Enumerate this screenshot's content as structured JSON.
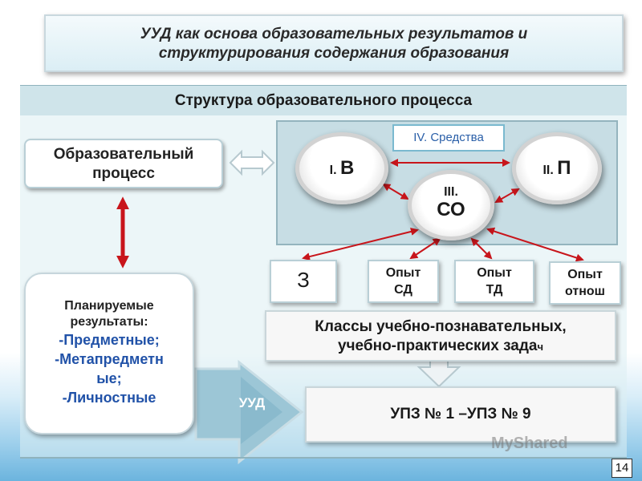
{
  "slide": {
    "title_line1": "УУД как основа образовательных результатов и",
    "title_line2": "структурирования содержания образования",
    "section_header": "Структура образовательного процесса",
    "page_number": "14",
    "watermark": "MyShared"
  },
  "process": {
    "line1": "Образовательный",
    "line2": "процесс"
  },
  "circles": {
    "b": {
      "num": "I.",
      "letter": "В"
    },
    "p": {
      "num": "II.",
      "letter": "П"
    },
    "co": {
      "num": "III.",
      "letter": "СО"
    }
  },
  "means": "IV. Средства",
  "experience": {
    "z": "З",
    "sd": {
      "line1": "Опыт",
      "line2": "СД"
    },
    "td": {
      "line1": "Опыт",
      "line2": "ТД"
    },
    "ot": {
      "line1": "Опыт",
      "line2": "отнош"
    }
  },
  "results": {
    "label1": "Планируемые",
    "label2": "результаты:",
    "items": [
      "-Предметные;",
      "-Метапредметн",
      "ые;",
      "-Личностные"
    ]
  },
  "tasks": {
    "line1": "Классы учебно-познавательных,",
    "line2_main": "учебно-практических зада",
    "line2_tail": "ч"
  },
  "upz": "УПЗ № 1 –УПЗ № 9",
  "uud": "УУД",
  "colors": {
    "arrow_red": "#c8151b",
    "blue_text": "#2152a8",
    "header_bg": "#cfe4ea"
  }
}
